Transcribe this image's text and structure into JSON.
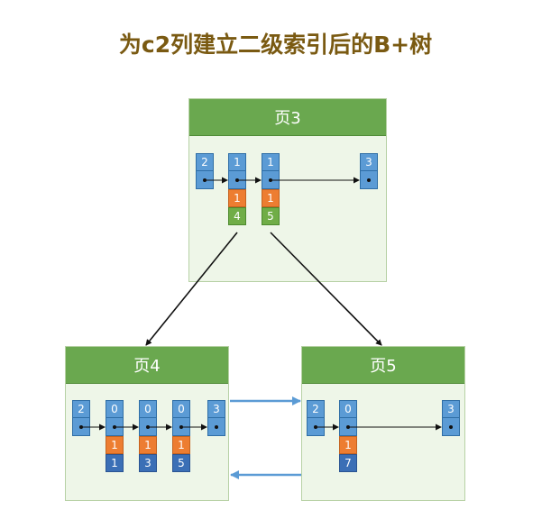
{
  "title": "为c2列建立二级索引后的B+树",
  "colors": {
    "title": "#7a5a12",
    "page_header": "#6aa84f",
    "page_body": "#eef6e8",
    "key_cell": "#5b9bd5",
    "pk_cell": "#ed7d31",
    "child_page_cell": "#70ad47",
    "leaf_pk_cell": "#3b6fb6",
    "sibling_link": "#5b9bd5"
  },
  "pages": {
    "root": {
      "label": "页3",
      "records": [
        {
          "key": "2"
        },
        {
          "key": "1",
          "pk": "1",
          "child": "4"
        },
        {
          "key": "1",
          "pk": "1",
          "child": "5"
        },
        {
          "key": "3"
        }
      ]
    },
    "left": {
      "label": "页4",
      "records": [
        {
          "key": "2"
        },
        {
          "key": "0",
          "pk": "1",
          "value": "1"
        },
        {
          "key": "0",
          "pk": "1",
          "value": "3"
        },
        {
          "key": "0",
          "pk": "1",
          "value": "5"
        },
        {
          "key": "3"
        }
      ]
    },
    "right": {
      "label": "页5",
      "records": [
        {
          "key": "2"
        },
        {
          "key": "0",
          "pk": "1",
          "value": "7"
        },
        {
          "key": "3"
        }
      ]
    }
  }
}
